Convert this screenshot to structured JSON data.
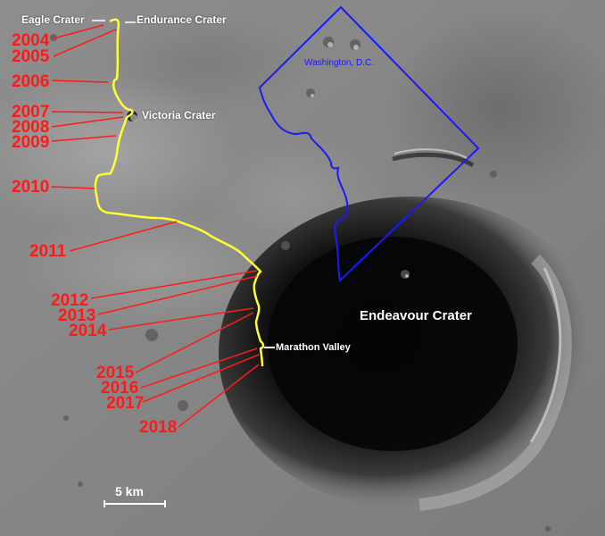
{
  "map": {
    "subject": "Opportunity rover traverse on Mars compared with Washington, D.C.",
    "colors": {
      "traverse": "#ffff33",
      "year_labels": "#ff1a1a",
      "dc_outline": "#1a1aff",
      "place_labels": "#ffffff"
    },
    "places": {
      "eagle_crater": "Eagle Crater",
      "endurance_crater": "Endurance Crater",
      "victoria_crater": "Victoria Crater",
      "endeavour_crater": "Endeavour Crater",
      "marathon_valley": "Marathon Valley"
    },
    "overlay": {
      "label": "Washington, D.C."
    },
    "years": [
      "2004",
      "2005",
      "2006",
      "2007",
      "2008",
      "2009",
      "2010",
      "2011",
      "2012",
      "2013",
      "2014",
      "2015",
      "2016",
      "2017",
      "2018"
    ],
    "scale_bar": {
      "label": "5 km"
    }
  }
}
